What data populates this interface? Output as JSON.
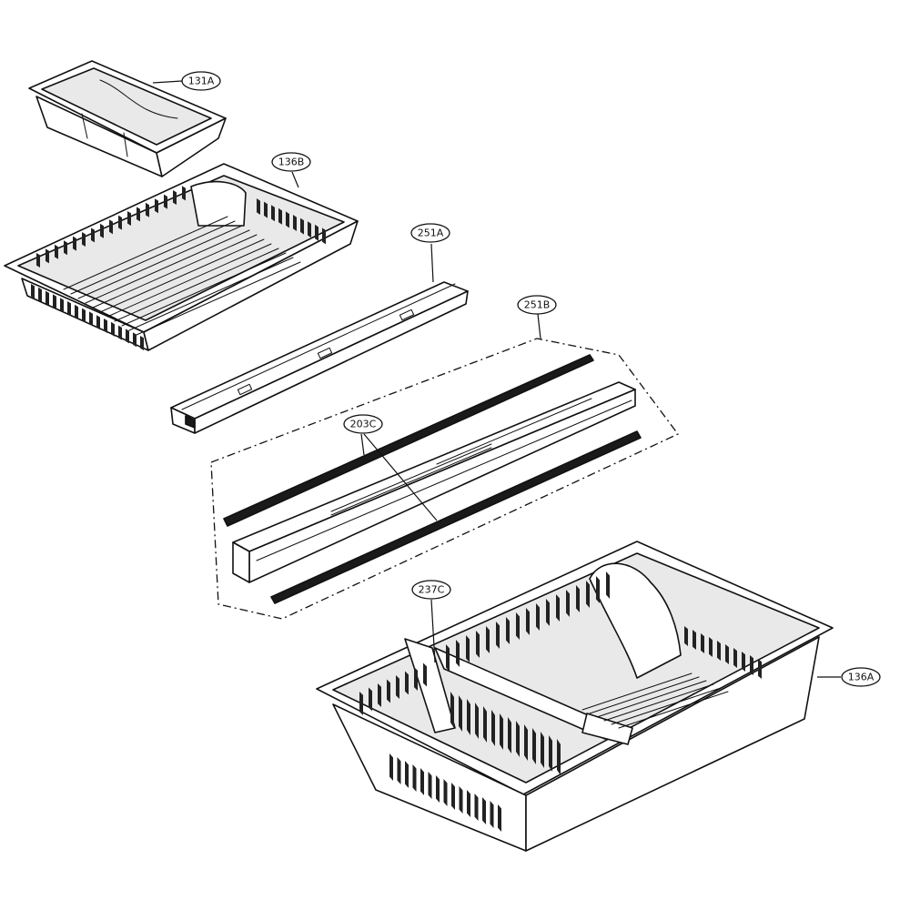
{
  "parts": [
    {
      "id": "part-131a",
      "label": "131A"
    },
    {
      "id": "part-136b",
      "label": "136B"
    },
    {
      "id": "part-251a",
      "label": "251A"
    },
    {
      "id": "part-251b",
      "label": "251B"
    },
    {
      "id": "part-203c",
      "label": "203C"
    },
    {
      "id": "part-237c",
      "label": "237C"
    },
    {
      "id": "part-136a",
      "label": "136A"
    }
  ]
}
